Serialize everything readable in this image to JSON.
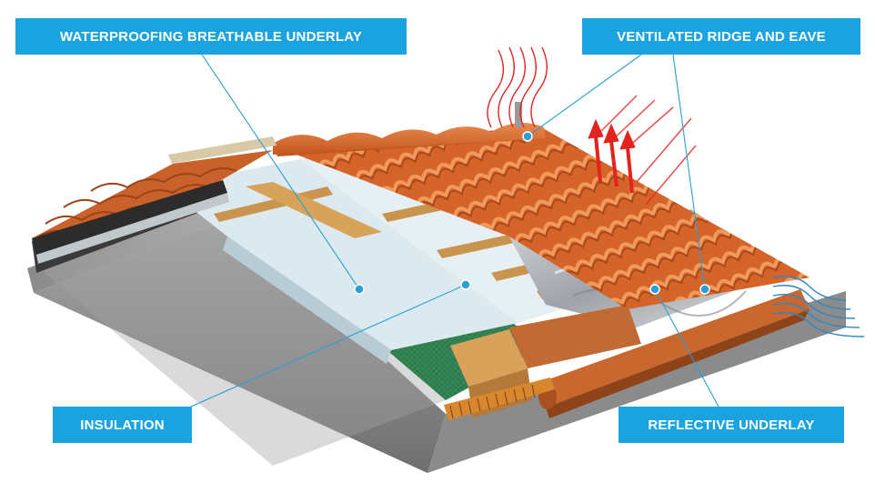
{
  "labels": {
    "waterproofing": "WATERPROOFING BREATHABLE UNDERLAY",
    "ventilated": "VENTILATED RIDGE AND EAVE",
    "insulation": "INSULATION",
    "reflective": "REFLECTIVE UNDERLAY"
  },
  "colors": {
    "callout": "#1aa3df",
    "leader_line": "#2a9fd8",
    "tiles": "#d9692e",
    "concrete": "#8e8e8e",
    "membrane_green": "#2e7d4f",
    "insulation": "#dbe8ee",
    "reflective_foil": "#b8bcc0",
    "timber": "#c9954e",
    "copper": "#c8682e",
    "heat_arrows": "#e3231e",
    "air_flow": "#2f86c8"
  },
  "icons": [
    "roof-cross-section-illustration",
    "heat-arrow-icon",
    "air-flow-icon"
  ]
}
